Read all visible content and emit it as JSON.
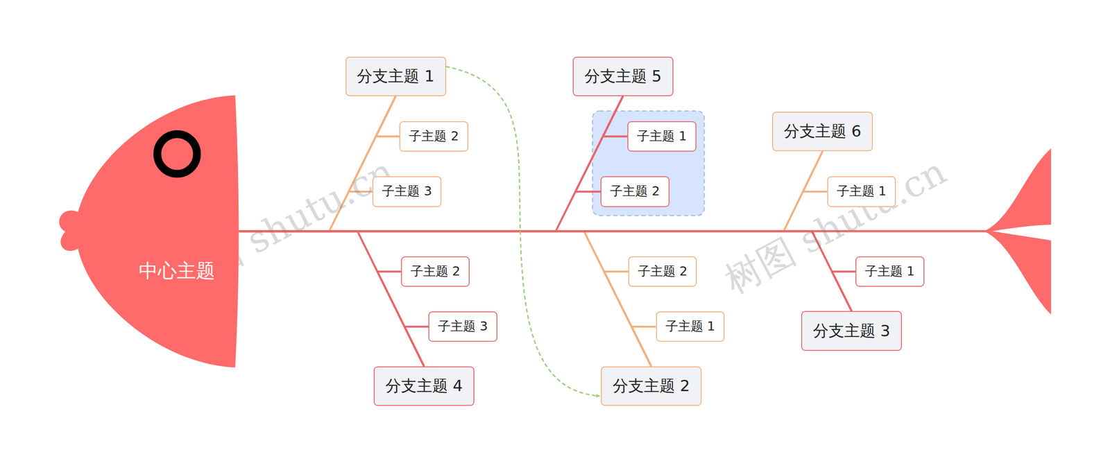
{
  "diagram": {
    "nodes": [
      {
        "text": [
          "中心主题"
        ]
      },
      {
        "text": [
          "分支主题 1"
        ]
      },
      {
        "text": [
          "子主题 2"
        ]
      },
      {
        "text": [
          "子主题 3"
        ]
      },
      {
        "text": [
          "分支主题 5"
        ]
      },
      {
        "text": [
          "子主题 1"
        ]
      },
      {
        "text": [
          "子主题 2"
        ]
      },
      {
        "text": [
          "分支主题 6"
        ]
      },
      {
        "text": [
          "子主题 1"
        ]
      },
      {
        "text": [
          "分支主题 4"
        ]
      },
      {
        "text": [
          "子主题 2"
        ]
      },
      {
        "text": [
          "子主题 3"
        ]
      },
      {
        "text": [
          "分支主题 2"
        ]
      },
      {
        "text": [
          "子主题 2"
        ]
      },
      {
        "text": [
          "子主题 1"
        ]
      },
      {
        "text": [
          "分支主题 3"
        ]
      },
      {
        "text": [
          "子主题 1"
        ]
      }
    ],
    "edges": [
      {
        "from": 0,
        "to": 1,
        "arrow": "none"
      },
      {
        "from": 1,
        "to": 2,
        "arrow": "none"
      },
      {
        "from": 1,
        "to": 3,
        "arrow": "none"
      },
      {
        "from": 0,
        "to": 4,
        "arrow": "none"
      },
      {
        "from": 4,
        "to": 5,
        "arrow": "none"
      },
      {
        "from": 4,
        "to": 6,
        "arrow": "none"
      },
      {
        "from": 0,
        "to": 7,
        "arrow": "none"
      },
      {
        "from": 7,
        "to": 8,
        "arrow": "none"
      },
      {
        "from": 0,
        "to": 9,
        "arrow": "none"
      },
      {
        "from": 9,
        "to": 10,
        "arrow": "none"
      },
      {
        "from": 9,
        "to": 11,
        "arrow": "none"
      },
      {
        "from": 0,
        "to": 12,
        "arrow": "none"
      },
      {
        "from": 12,
        "to": 13,
        "arrow": "none"
      },
      {
        "from": 12,
        "to": 14,
        "arrow": "none"
      },
      {
        "from": 0,
        "to": 15,
        "arrow": "none"
      },
      {
        "from": 15,
        "to": 16,
        "arrow": "none"
      },
      {
        "from": 1,
        "to": 12,
        "arrow": "to"
      }
    ],
    "labels": [
      "树图 shutu.cn",
      "树图 shutu.cn"
    ]
  }
}
